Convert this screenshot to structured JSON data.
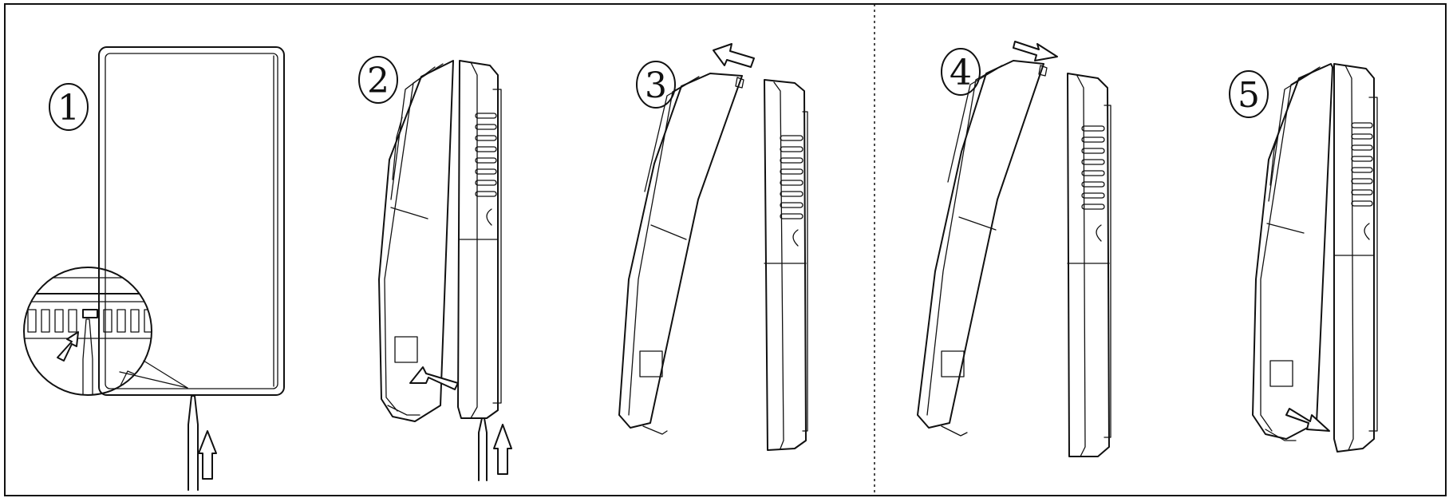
{
  "steps": [
    {
      "label": "1"
    },
    {
      "label": "2"
    },
    {
      "label": "3"
    },
    {
      "label": "4"
    },
    {
      "label": "5"
    }
  ],
  "colors": {
    "ink": "#111111",
    "background": "#ffffff"
  }
}
